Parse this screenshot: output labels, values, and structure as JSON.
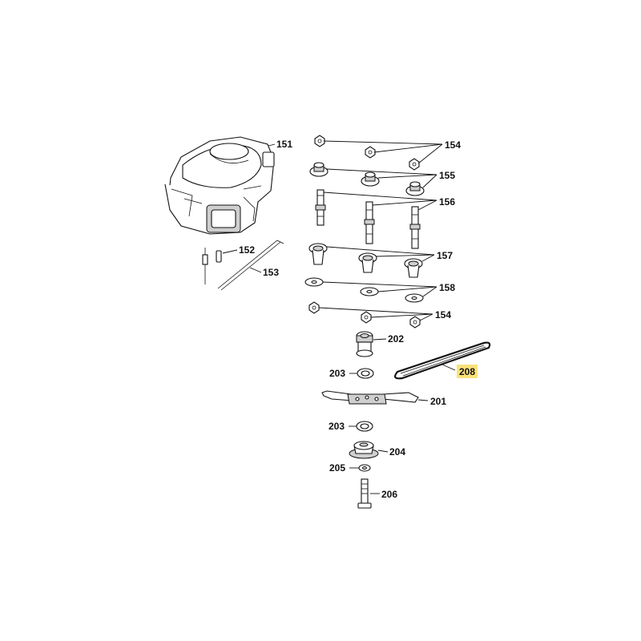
{
  "colors": {
    "background": "#ffffff",
    "line": "#111111",
    "highlight": "#f9e27a"
  },
  "callouts": {
    "engine": "151",
    "key": "152",
    "cable": "153",
    "nut_top": "154",
    "spacer_155": "155",
    "stud": "156",
    "bushing": "157",
    "washer_158": "158",
    "nut_bottom": "154",
    "blade": "201",
    "adapter": "202",
    "washer_upper": "203",
    "washer_lower": "203",
    "hub": "204",
    "lock_washer": "205",
    "bolt": "206",
    "belt": "208"
  },
  "highlighted_callout": "208"
}
